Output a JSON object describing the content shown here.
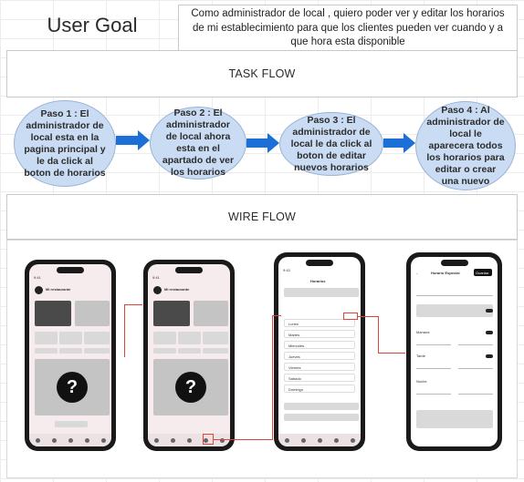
{
  "user_goal": {
    "title": "User Goal",
    "text": "Como administrador de local , quiero poder ver y editar los horarios de mi establecimiento para que los clientes pueden ver cuando y a que hora esta disponible"
  },
  "task_flow": {
    "header": "TASK FLOW",
    "steps": [
      {
        "label": "Paso 1 : El administrador de local esta en la pagina principal y le da click al boton de horarios"
      },
      {
        "label": "Paso 2 : El administrador de local ahora esta en el apartado de ver los horarios"
      },
      {
        "label": "Paso 3 : El administrador de local le da click al boton de editar nuevos horarios"
      },
      {
        "label": "Paso 4 : Al administrador de local le aparecera todos los horarios para editar o crear una nuevo"
      }
    ]
  },
  "wire_flow": {
    "header": "WIRE FLOW",
    "phones": [
      {
        "time": "9:41",
        "restaurant": "Mi restaurante",
        "help_glyph": "?"
      },
      {
        "time": "9:41",
        "restaurant": "Mi restaurante",
        "help_glyph": "?"
      },
      {
        "time": "9:43",
        "screen_title": "Horarios",
        "rows": [
          "Lunes",
          "Martes",
          "Miercoles",
          "Jueves",
          "Viernes",
          "Sabado",
          "Domingo"
        ]
      },
      {
        "screen_title": "Horario Especial",
        "button": "Guardar",
        "sections": [
          "Manana",
          "Tarde",
          "Noche"
        ]
      }
    ]
  },
  "colors": {
    "step_fill": "#c9dcf3",
    "arrow": "#1c6fd6",
    "connector": "#e0443a"
  }
}
